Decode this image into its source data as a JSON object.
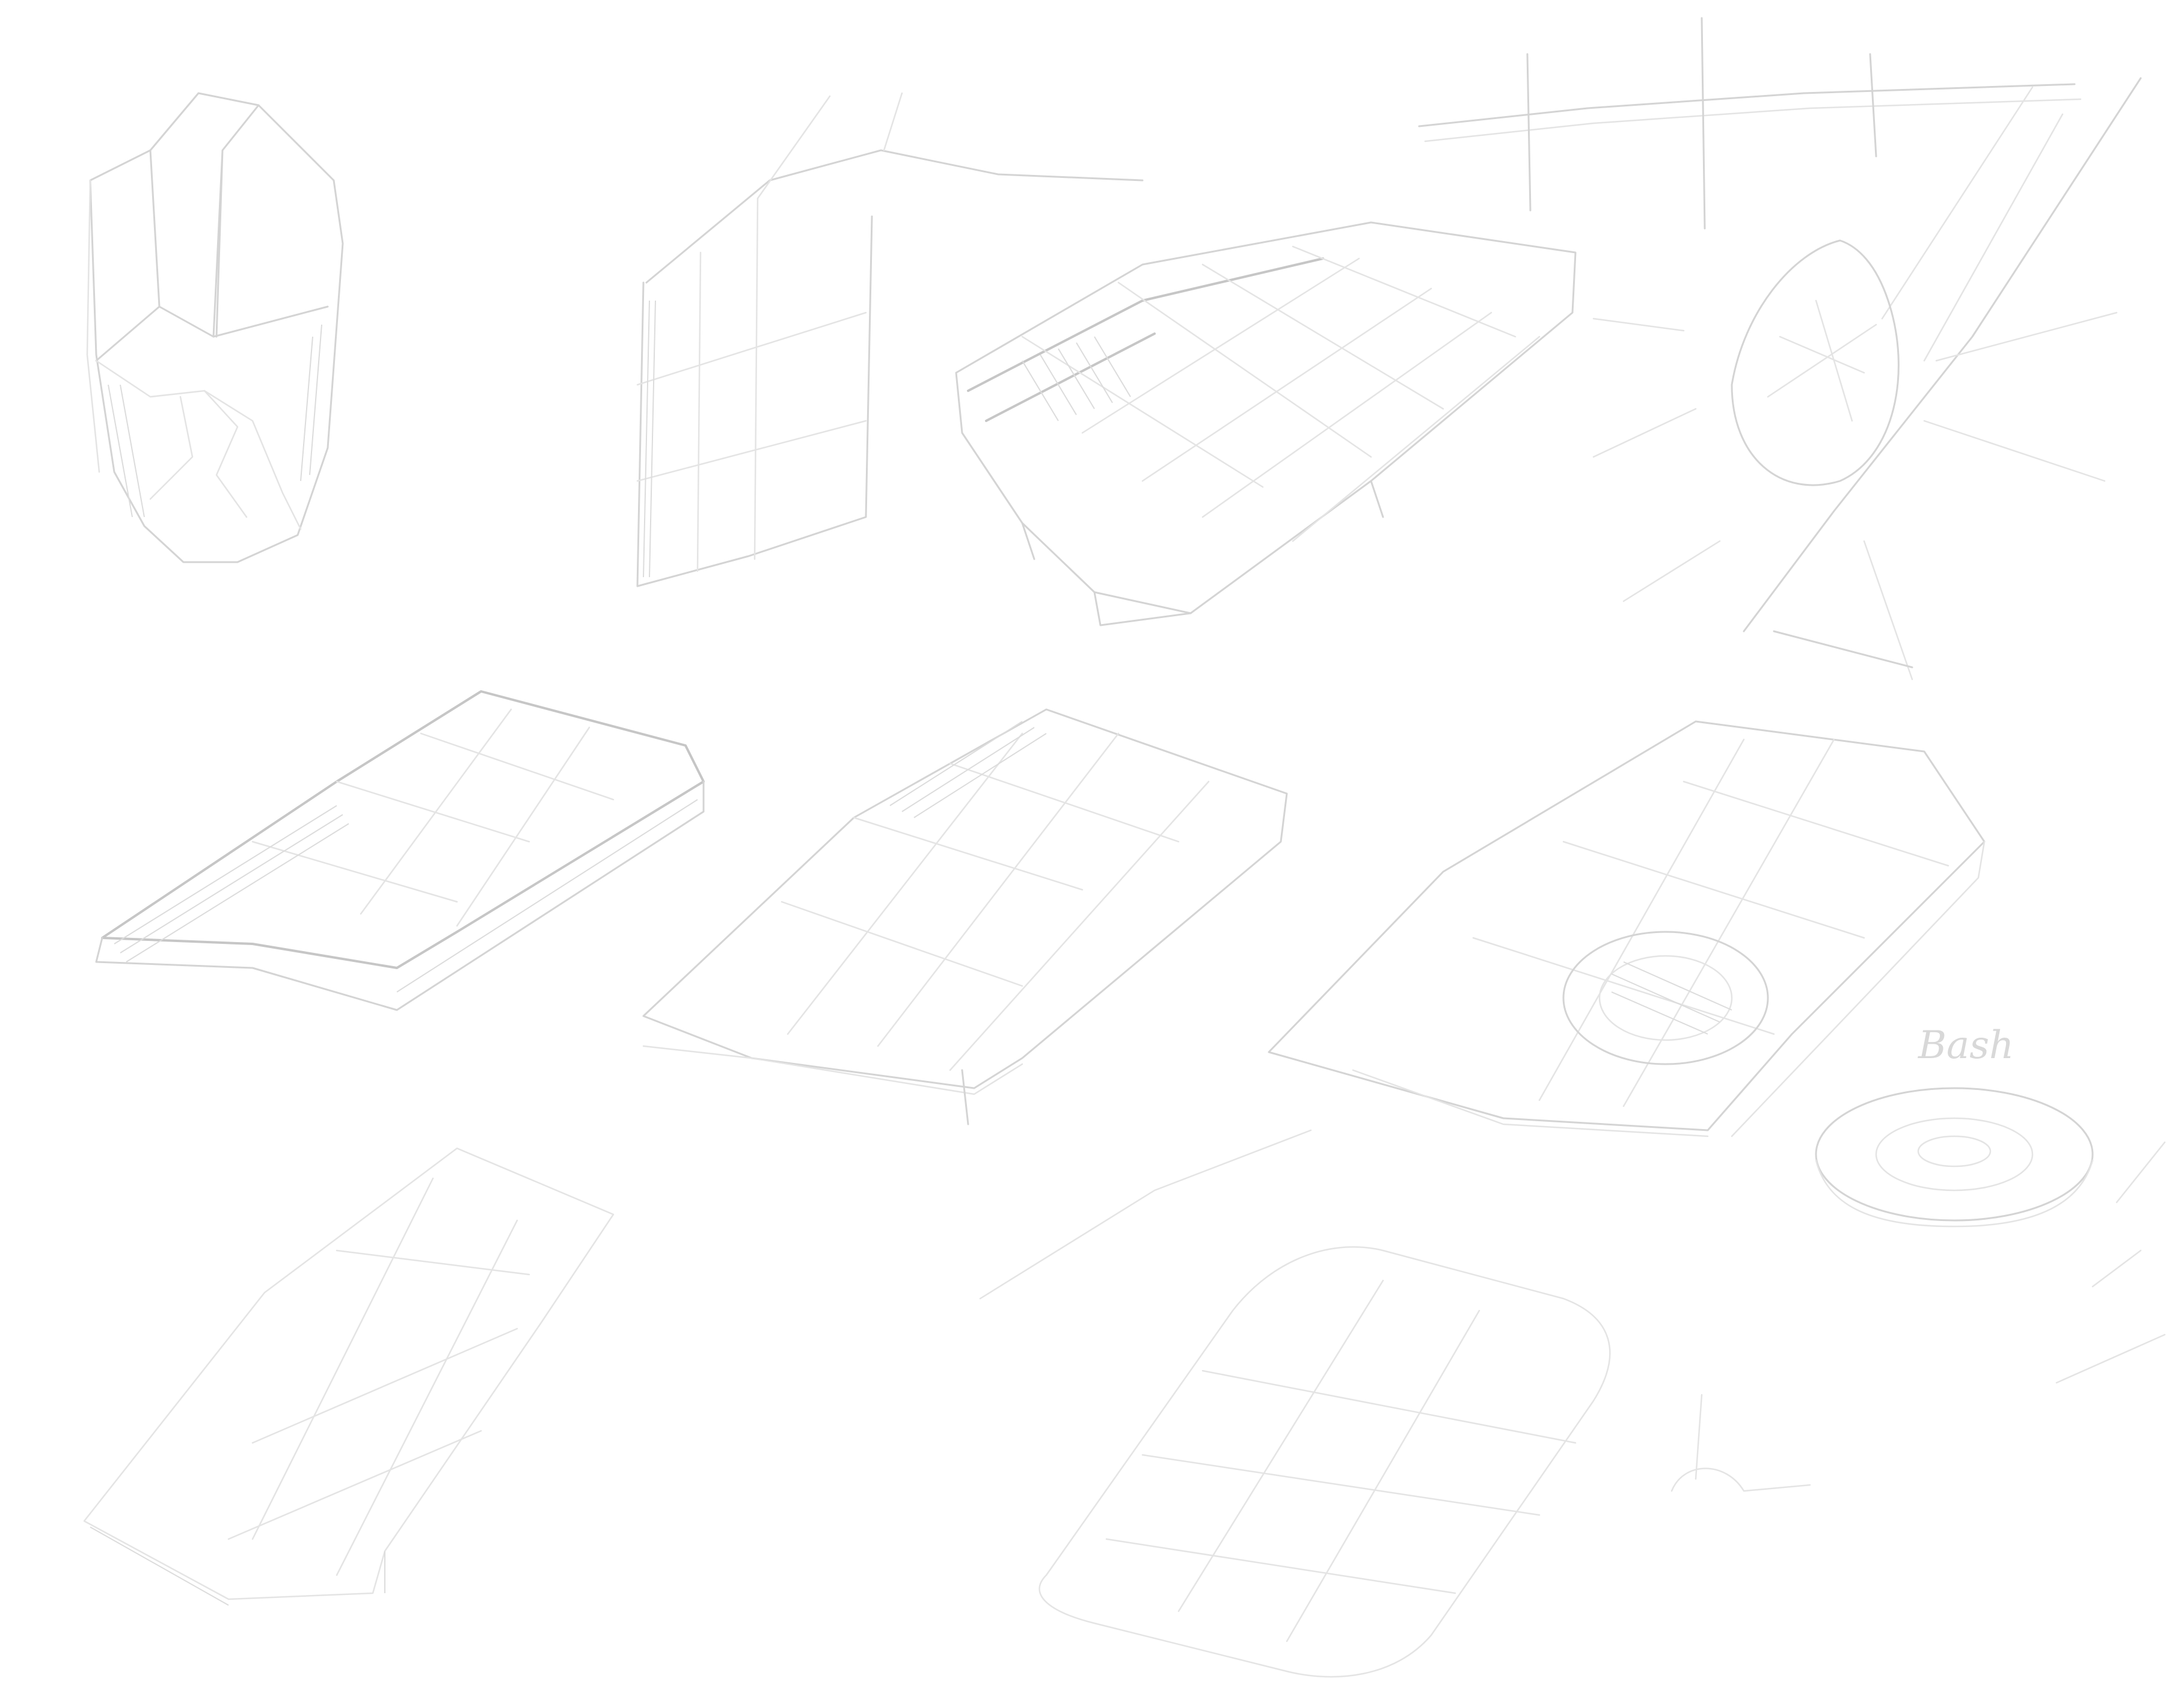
{
  "page": {
    "background": "#ffffff",
    "stroke_color": "#d4d4d4"
  },
  "sketches": [
    {
      "id": "gem-shield"
    },
    {
      "id": "grid-wall"
    },
    {
      "id": "ornate-tray"
    },
    {
      "id": "crossed-beams"
    },
    {
      "id": "thick-tablet"
    },
    {
      "id": "grid-panel"
    },
    {
      "id": "long-tray-with-dish"
    },
    {
      "id": "small-bowl"
    },
    {
      "id": "flat-slab"
    },
    {
      "id": "rounded-grid-card"
    },
    {
      "id": "loose-strokes"
    }
  ],
  "annotation": {
    "text": "Bash"
  }
}
